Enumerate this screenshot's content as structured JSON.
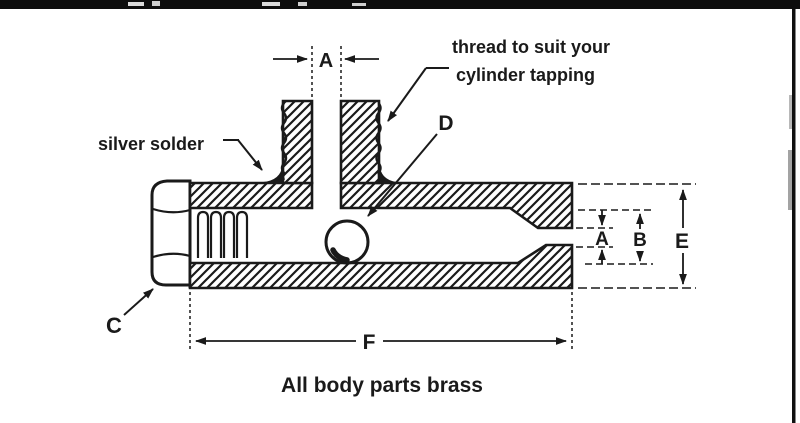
{
  "colors": {
    "ink": "#1a1a1a",
    "paper": "#ffffff"
  },
  "annotations": {
    "silver_solder": "silver solder",
    "thread_note_line1": "thread to suit your",
    "thread_note_line2": "cylinder tapping",
    "label_d": "D",
    "label_c": "C"
  },
  "dimensions": {
    "stub_bore": "A",
    "outlet_bore": "A",
    "main_bore": "B",
    "body_height": "E",
    "body_length": "F"
  },
  "footer": {
    "note": "All body parts brass"
  }
}
